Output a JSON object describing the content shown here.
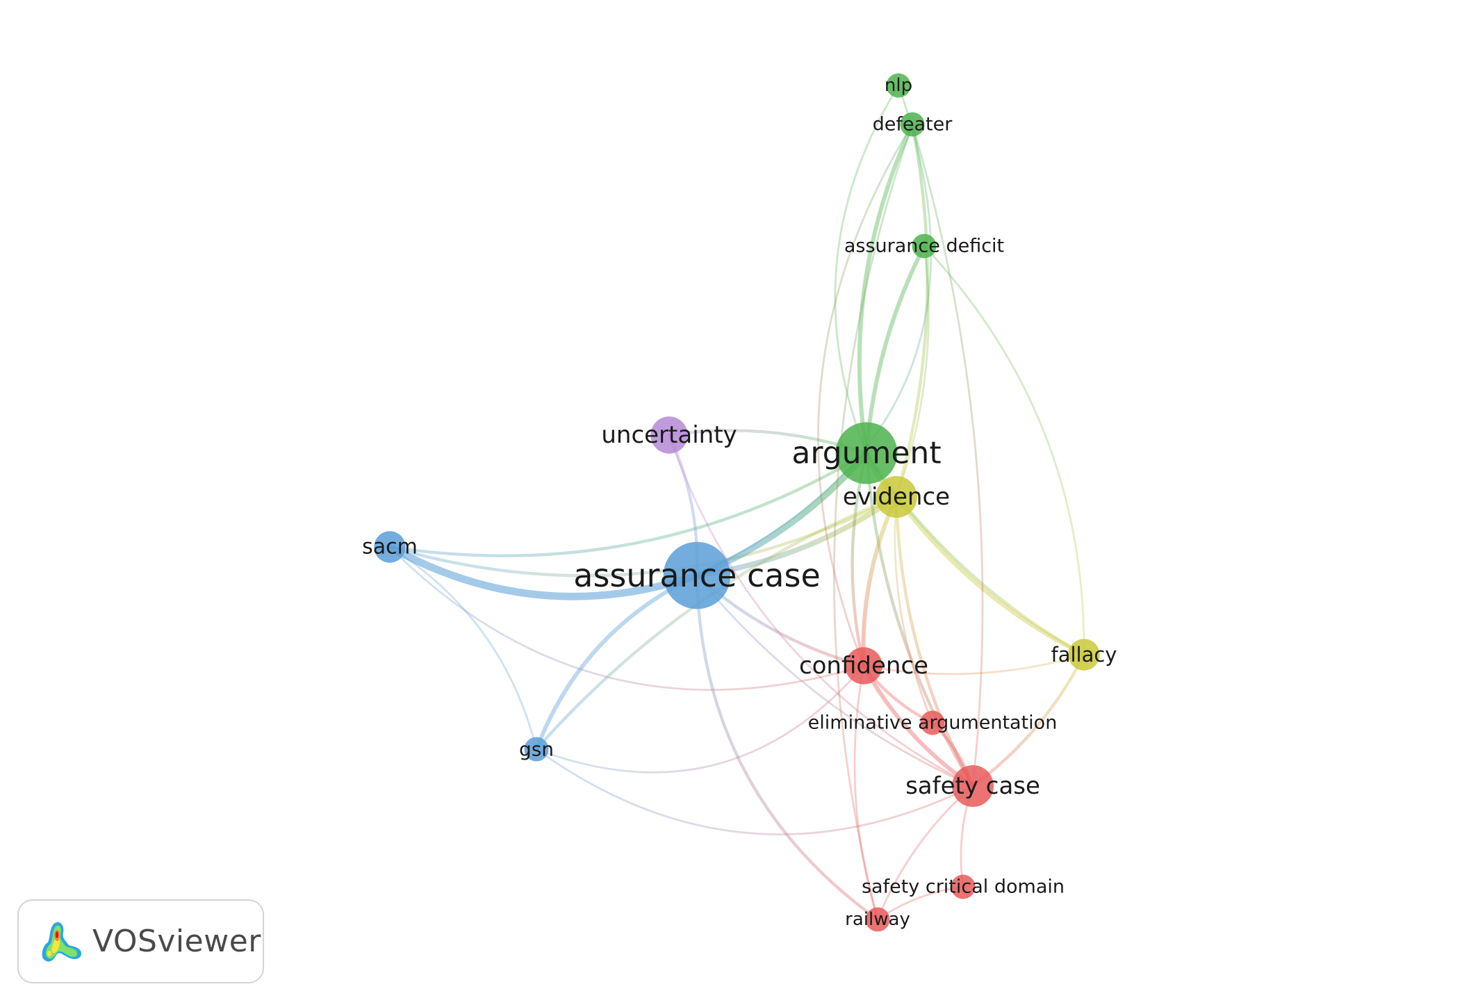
{
  "brand": {
    "name": "VOSviewer",
    "icon": "vosviewer-logo-icon"
  },
  "clusters": {
    "red": "#e85a5a",
    "green": "#4db34d",
    "blue": "#5a9fd8",
    "yellow": "#c9c93a",
    "purple": "#b58ad6"
  },
  "nodes": [
    {
      "id": "nlp",
      "label": "nlp",
      "cluster": "green",
      "weight": 1
    },
    {
      "id": "defeater",
      "label": "defeater",
      "cluster": "green",
      "weight": 1
    },
    {
      "id": "assurance_deficit",
      "label": "assurance deficit",
      "cluster": "green",
      "weight": 1
    },
    {
      "id": "argument",
      "label": "argument",
      "cluster": "green",
      "weight": 10
    },
    {
      "id": "uncertainty",
      "label": "uncertainty",
      "cluster": "purple",
      "weight": 3
    },
    {
      "id": "evidence",
      "label": "evidence",
      "cluster": "yellow",
      "weight": 4
    },
    {
      "id": "sacm",
      "label": "sacm",
      "cluster": "blue",
      "weight": 2
    },
    {
      "id": "assurance_case",
      "label": "assurance case",
      "cluster": "blue",
      "weight": 12
    },
    {
      "id": "fallacy",
      "label": "fallacy",
      "cluster": "yellow",
      "weight": 2
    },
    {
      "id": "confidence",
      "label": "confidence",
      "cluster": "red",
      "weight": 3
    },
    {
      "id": "eliminative_argumentation",
      "label": "eliminative argumentation",
      "cluster": "red",
      "weight": 1
    },
    {
      "id": "gsn",
      "label": "gsn",
      "cluster": "blue",
      "weight": 1
    },
    {
      "id": "safety_case",
      "label": "safety case",
      "cluster": "red",
      "weight": 4
    },
    {
      "id": "safety_critical_domain",
      "label": "safety critical domain",
      "cluster": "red",
      "weight": 1
    },
    {
      "id": "railway",
      "label": "railway",
      "cluster": "red",
      "weight": 1
    }
  ],
  "links": [
    {
      "source": "sacm",
      "target": "assurance_case",
      "strength": 6
    },
    {
      "source": "sacm",
      "target": "argument",
      "strength": 2
    },
    {
      "source": "sacm",
      "target": "evidence",
      "strength": 2
    },
    {
      "source": "sacm",
      "target": "confidence",
      "strength": 1
    },
    {
      "source": "sacm",
      "target": "gsn",
      "strength": 1
    },
    {
      "source": "assurance_case",
      "target": "argument",
      "strength": 5
    },
    {
      "source": "assurance_case",
      "target": "evidence",
      "strength": 4
    },
    {
      "source": "assurance_case",
      "target": "uncertainty",
      "strength": 2
    },
    {
      "source": "assurance_case",
      "target": "gsn",
      "strength": 3
    },
    {
      "source": "assurance_case",
      "target": "confidence",
      "strength": 2
    },
    {
      "source": "assurance_case",
      "target": "safety_case",
      "strength": 1
    },
    {
      "source": "assurance_case",
      "target": "railway",
      "strength": 2
    },
    {
      "source": "assurance_case",
      "target": "nlp",
      "strength": 1
    },
    {
      "source": "argument",
      "target": "nlp",
      "strength": 1
    },
    {
      "source": "argument",
      "target": "defeater",
      "strength": 3
    },
    {
      "source": "argument",
      "target": "assurance_deficit",
      "strength": 3
    },
    {
      "source": "argument",
      "target": "uncertainty",
      "strength": 2
    },
    {
      "source": "argument",
      "target": "evidence",
      "strength": 4
    },
    {
      "source": "argument",
      "target": "fallacy",
      "strength": 2
    },
    {
      "source": "argument",
      "target": "confidence",
      "strength": 2
    },
    {
      "source": "argument",
      "target": "safety_case",
      "strength": 2
    },
    {
      "source": "evidence",
      "target": "defeater",
      "strength": 2
    },
    {
      "source": "evidence",
      "target": "assurance_deficit",
      "strength": 1
    },
    {
      "source": "evidence",
      "target": "fallacy",
      "strength": 3
    },
    {
      "source": "evidence",
      "target": "confidence",
      "strength": 3
    },
    {
      "source": "evidence",
      "target": "safety_case",
      "strength": 2
    },
    {
      "source": "evidence",
      "target": "eliminative_argumentation",
      "strength": 1
    },
    {
      "source": "evidence",
      "target": "gsn",
      "strength": 2
    },
    {
      "source": "confidence",
      "target": "safety_case",
      "strength": 3
    },
    {
      "source": "confidence",
      "target": "eliminative_argumentation",
      "strength": 2
    },
    {
      "source": "confidence",
      "target": "fallacy",
      "strength": 1
    },
    {
      "source": "confidence",
      "target": "gsn",
      "strength": 1
    },
    {
      "source": "confidence",
      "target": "railway",
      "strength": 1
    },
    {
      "source": "confidence",
      "target": "defeater",
      "strength": 1
    },
    {
      "source": "safety_case",
      "target": "fallacy",
      "strength": 2
    },
    {
      "source": "safety_case",
      "target": "safety_critical_domain",
      "strength": 1
    },
    {
      "source": "safety_case",
      "target": "railway",
      "strength": 1
    },
    {
      "source": "safety_case",
      "target": "gsn",
      "strength": 1
    },
    {
      "source": "safety_case",
      "target": "eliminative_argumentation",
      "strength": 2
    },
    {
      "source": "safety_critical_domain",
      "target": "railway",
      "strength": 1
    },
    {
      "source": "uncertainty",
      "target": "safety_case",
      "strength": 1
    },
    {
      "source": "defeater",
      "target": "safety_case",
      "strength": 1
    },
    {
      "source": "assurance_deficit",
      "target": "fallacy",
      "strength": 1
    },
    {
      "source": "defeater",
      "target": "railway",
      "strength": 1
    }
  ]
}
